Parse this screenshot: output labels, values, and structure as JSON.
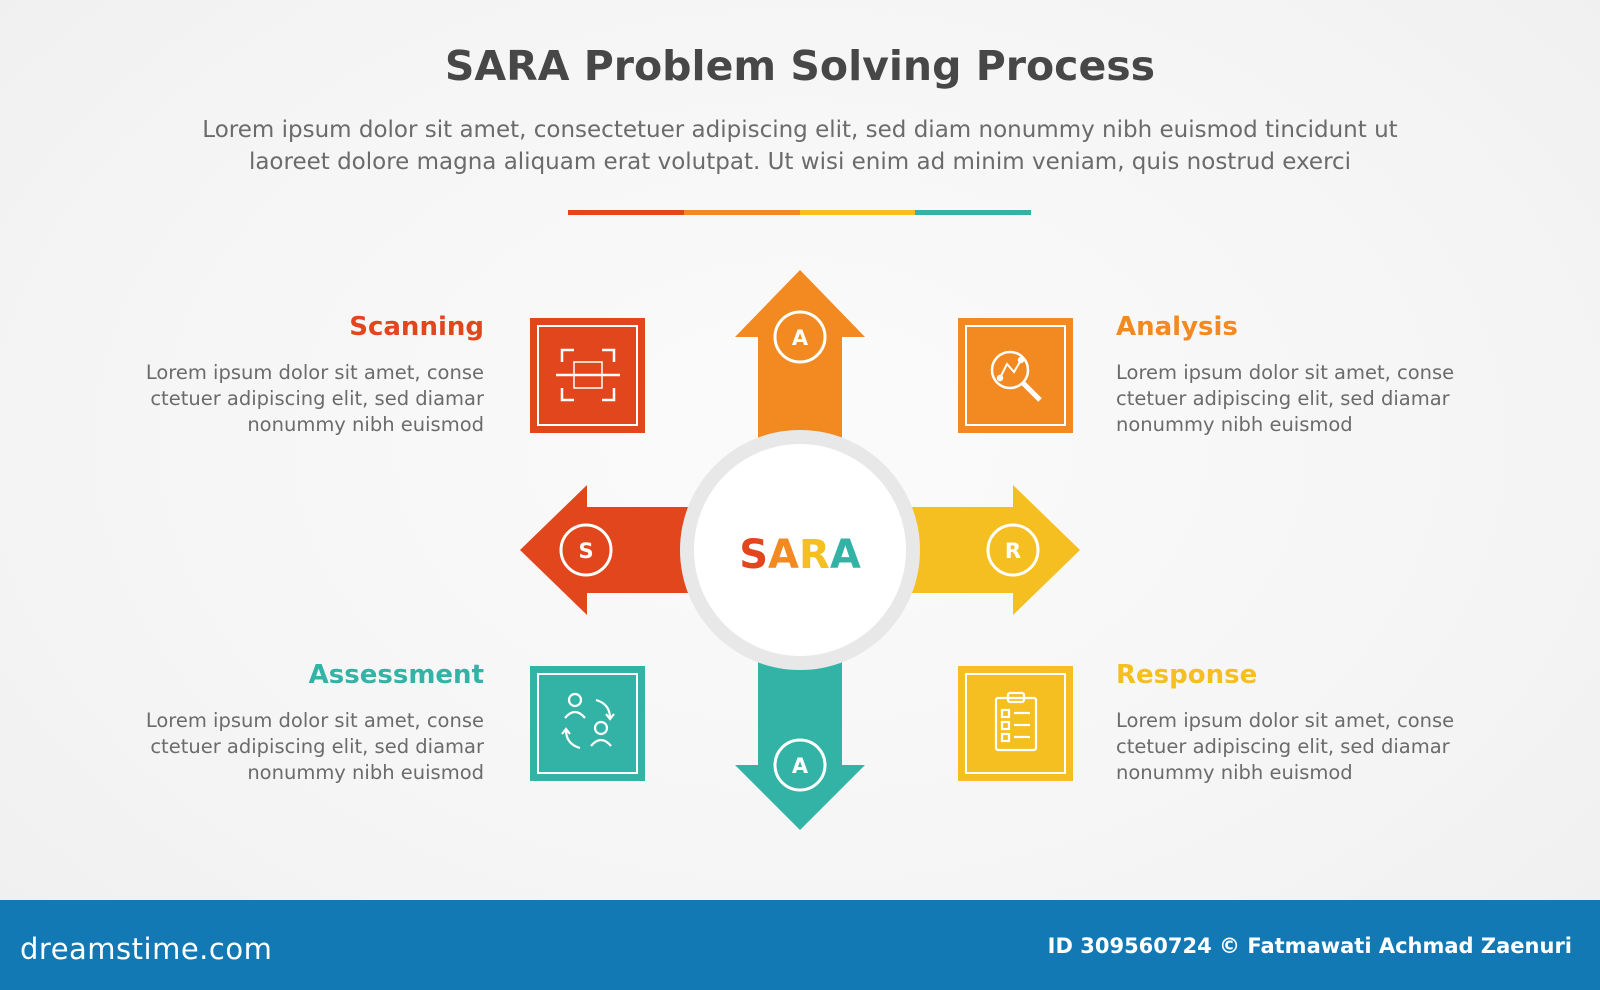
{
  "title": "SARA Problem Solving Process",
  "subtitle_line1": "Lorem ipsum dolor sit amet, consectetuer adipiscing elit, sed diam nonummy nibh euismod tincidunt ut",
  "subtitle_line2": "laoreet dolore magna aliquam erat volutpat. Ut wisi enim ad minim veniam, quis nostrud exerci",
  "colors": {
    "scanning": "#e2461c",
    "analysis": "#f28a21",
    "response": "#f5bf22",
    "assessment": "#33b3a6"
  },
  "center": {
    "s": "S",
    "a1": "A",
    "r": "R",
    "a2": "A"
  },
  "arrows": {
    "up_letter": "A",
    "left_letter": "S",
    "right_letter": "R",
    "down_letter": "A"
  },
  "steps": {
    "scanning": {
      "title": "Scanning",
      "line1": "Lorem ipsum dolor sit amet, conse",
      "line2": "ctetuer adipiscing elit, sed diamar",
      "line3": "nonummy nibh euismod",
      "icon": "scan-frame-icon"
    },
    "analysis": {
      "title": "Analysis",
      "line1": "Lorem ipsum dolor sit amet, conse",
      "line2": "ctetuer adipiscing elit, sed diamar",
      "line3": "nonummy nibh euismod",
      "icon": "magnifier-chart-icon"
    },
    "assessment": {
      "title": "Assessment",
      "line1": "Lorem ipsum dolor sit amet, conse",
      "line2": "ctetuer adipiscing elit, sed diamar",
      "line3": "nonummy nibh euismod",
      "icon": "users-cycle-icon"
    },
    "response": {
      "title": "Response",
      "line1": "Lorem ipsum dolor sit amet, conse",
      "line2": "ctetuer adipiscing elit, sed diamar",
      "line3": "nonummy nibh euismod",
      "icon": "clipboard-checklist-icon"
    }
  },
  "footer": {
    "logo": "dreamstime.com",
    "credit": "ID 309560724 © Fatmawati  Achmad Zaenuri"
  }
}
